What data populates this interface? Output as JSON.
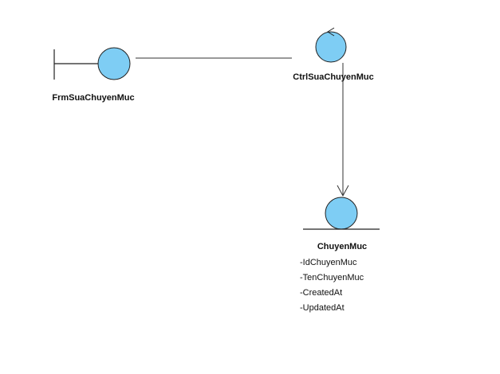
{
  "diagram": {
    "colors": {
      "fill": "#7ecdf4",
      "stroke": "#222222",
      "line": "#333333"
    },
    "boundary": {
      "name": "FrmSuaChuyenMuc",
      "icon": "boundary-object-icon"
    },
    "control": {
      "name": "CtrlSuaChuyenMuc",
      "icon": "control-object-icon"
    },
    "entity": {
      "name": "ChuyenMuc",
      "icon": "entity-object-icon",
      "attributes": [
        "-IdChuyenMuc",
        "-TenChuyenMuc",
        "-CreatedAt",
        "-UpdatedAt"
      ]
    }
  }
}
